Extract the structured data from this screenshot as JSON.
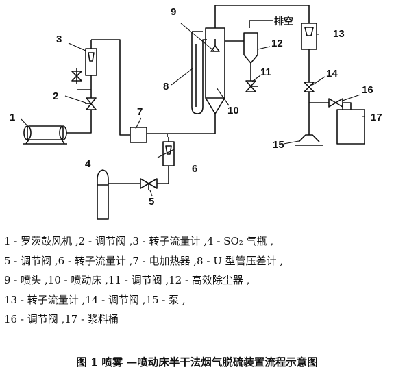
{
  "diagram": {
    "labels": {
      "n1": "1",
      "n2": "2",
      "n3": "3",
      "n4": "4",
      "n5": "5",
      "n6": "6",
      "n7": "7",
      "n8": "8",
      "n9": "9",
      "n10": "10",
      "n11": "11",
      "n12": "12",
      "n13": "13",
      "n14": "14",
      "n15": "15",
      "n16": "16",
      "n17": "17"
    },
    "vent_label": "排空"
  },
  "legend": {
    "lines": [
      "1 - 罗茨鼓风机 ,2 - 调节阀 ,3 - 转子流量计 ,4 - SO₂ 气瓶 ,",
      "5 - 调节阀 ,6 - 转子流量计 ,7 - 电加热器 ,8 - U 型管压差计 ,",
      "9 - 喷头 ,10 - 喷动床 ,11 - 调节阀 ,12 - 高效除尘器 ,",
      "13 - 转子流量计 ,14 - 调节阀 ,15 - 泵 ,",
      "16 - 调节阀 ,17 - 浆料桶"
    ]
  },
  "caption": "图 1   喷雾 —喷动床半干法烟气脱硫装置流程示意图"
}
